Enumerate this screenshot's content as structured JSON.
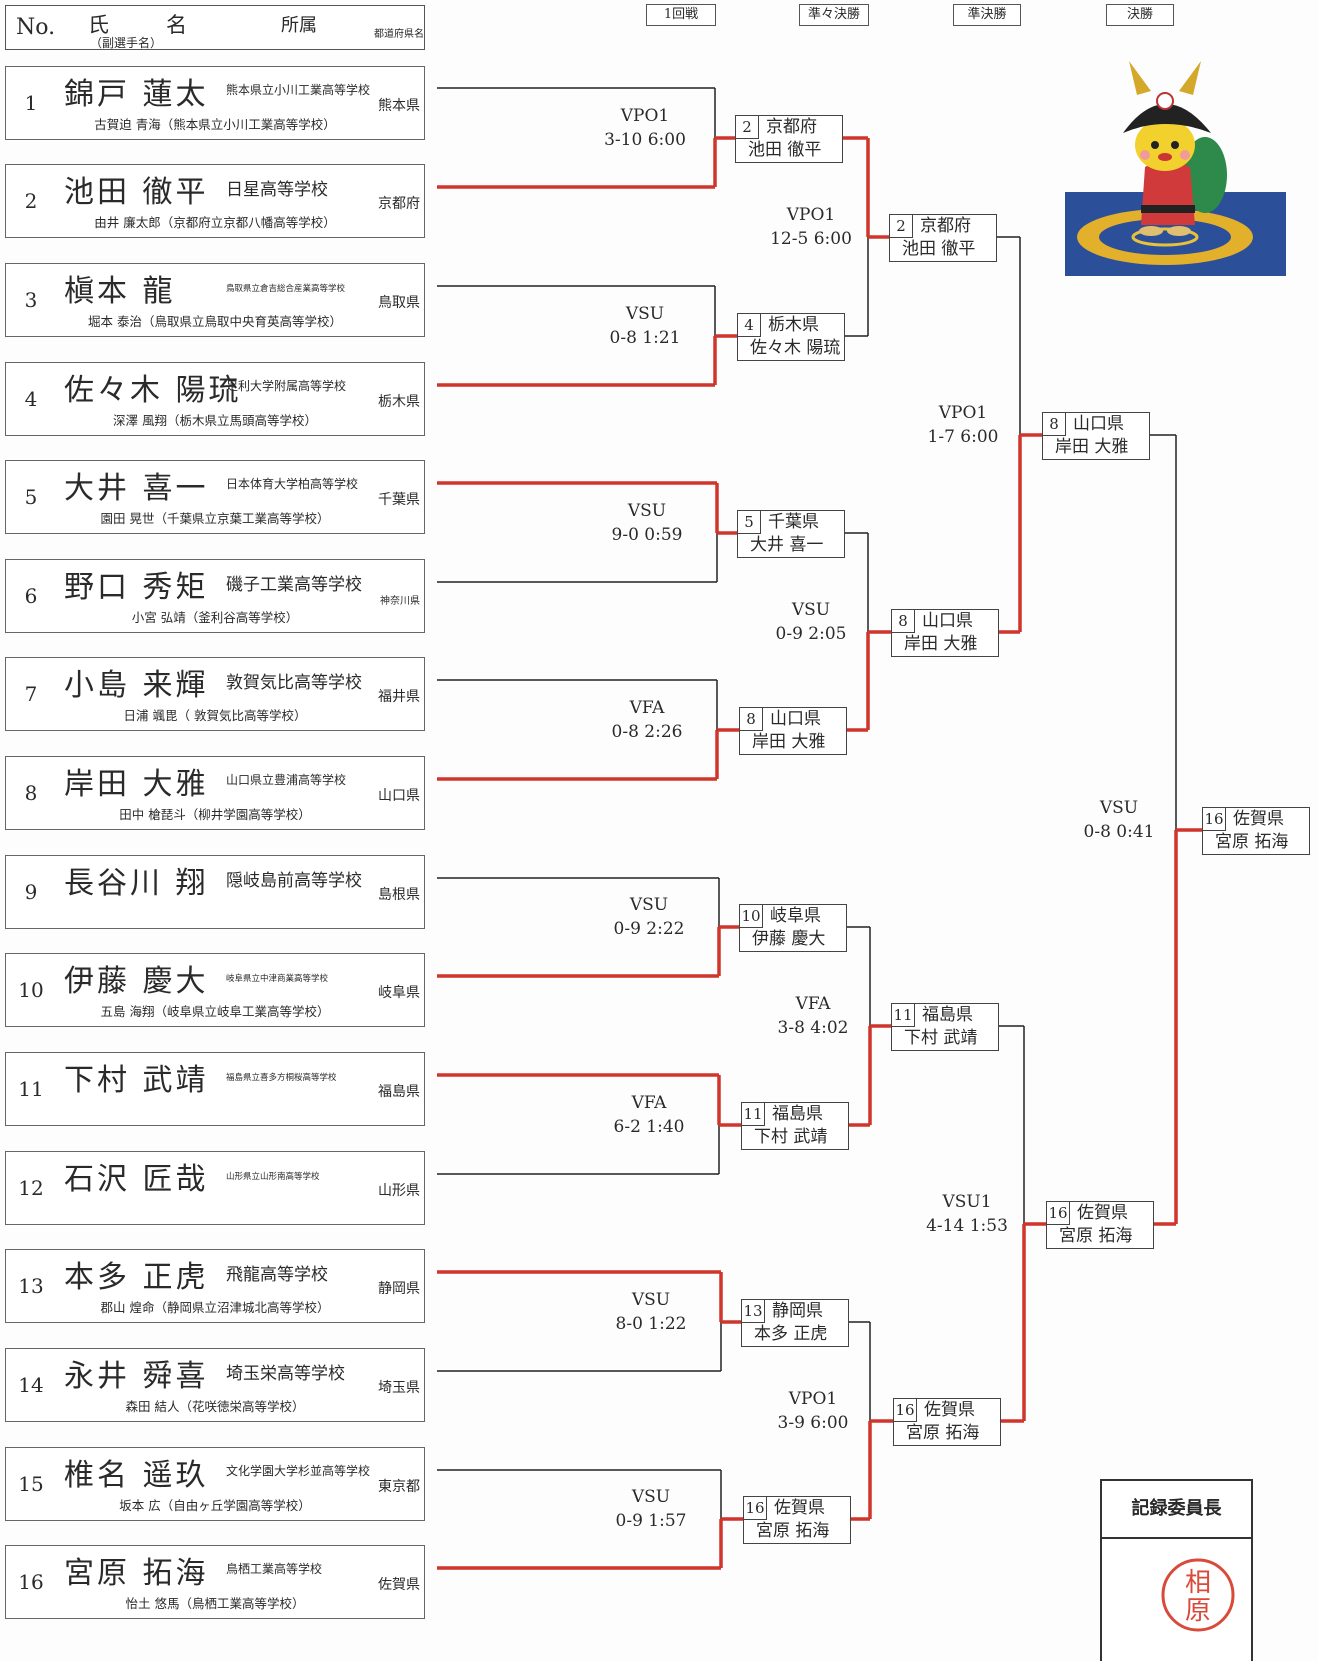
{
  "header": {
    "no_label": "No.",
    "name_label": "氏　名",
    "sub_label": "（副選手名）",
    "affiliation_label": "所属",
    "pref_label": "都道府県名"
  },
  "rounds": [
    "1回戦",
    "準々決勝",
    "準決勝",
    "決勝"
  ],
  "players": [
    {
      "no": "1",
      "name": "錦戸 蓮太",
      "school": "熊本県立小川工業高等学校",
      "pref": "熊本県",
      "second": "古賀迫 青海（熊本県立小川工業高等学校）"
    },
    {
      "no": "2",
      "name": "池田 徹平",
      "school": "日星高等学校",
      "pref": "京都府",
      "second": "由井 廉太郎（京都府立京都八幡高等学校）"
    },
    {
      "no": "3",
      "name": "槇本 龍",
      "school": "鳥取県立倉吉総合産業高等学校",
      "pref": "鳥取県",
      "second": "堀本 泰治（鳥取県立鳥取中央育英高等学校）"
    },
    {
      "no": "4",
      "name": "佐々木 陽琉",
      "school": "足利大学附属高等学校",
      "pref": "栃木県",
      "second": "深澤 風翔（栃木県立馬頭高等学校）"
    },
    {
      "no": "5",
      "name": "大井 喜一",
      "school": "日本体育大学柏高等学校",
      "pref": "千葉県",
      "second": "園田 晃世（千葉県立京葉工業高等学校）"
    },
    {
      "no": "6",
      "name": "野口 秀矩",
      "school": "磯子工業高等学校",
      "pref": "神奈川県",
      "second": "小宮 弘靖（釜利谷高等学校）"
    },
    {
      "no": "7",
      "name": "小島 来輝",
      "school": "敦賀気比高等学校",
      "pref": "福井県",
      "second": "日浦 颯毘（ 敦賀気比高等学校）"
    },
    {
      "no": "8",
      "name": "岸田 大雅",
      "school": "山口県立豊浦高等学校",
      "pref": "山口県",
      "second": "田中 槍琵斗（柳井学園高等学校）"
    },
    {
      "no": "9",
      "name": "長谷川 翔",
      "school": "隠岐島前高等学校",
      "pref": "島根県",
      "second": ""
    },
    {
      "no": "10",
      "name": "伊藤 慶大",
      "school": "岐阜県立中津商業高等学校",
      "pref": "岐阜県",
      "second": "五島 海翔（岐阜県立岐阜工業高等学校）"
    },
    {
      "no": "11",
      "name": "下村 武靖",
      "school": "福島県立喜多方桐桜高等学校",
      "pref": "福島県",
      "second": ""
    },
    {
      "no": "12",
      "name": "石沢 匠哉",
      "school": "山形県立山形南高等学校",
      "pref": "山形県",
      "second": ""
    },
    {
      "no": "13",
      "name": "本多 正虎",
      "school": "飛龍高等学校",
      "pref": "静岡県",
      "second": "郡山 煌命（静岡県立沼津城北高等学校）"
    },
    {
      "no": "14",
      "name": "永井 舜喜",
      "school": "埼玉栄高等学校",
      "pref": "埼玉県",
      "second": "森田 結人（花咲徳栄高等学校）"
    },
    {
      "no": "15",
      "name": "椎名 遥玖",
      "school": "文化学園大学杉並高等学校",
      "pref": "東京都",
      "second": "坂本 広（自由ヶ丘学園高等学校）"
    },
    {
      "no": "16",
      "name": "宮原 拓海",
      "school": "鳥栖工業高等学校",
      "pref": "佐賀県",
      "second": "怡土 悠馬（鳥栖工業高等学校）"
    }
  ],
  "round1": [
    {
      "result": "VPO1",
      "score": "3-10 6:00",
      "winner_no": "2",
      "winner_pref": "京都府",
      "winner_name": "池田 徹平"
    },
    {
      "result": "VSU",
      "score": "0-8 1:21",
      "winner_no": "4",
      "winner_pref": "栃木県",
      "winner_name": "佐々木 陽琉"
    },
    {
      "result": "VSU",
      "score": "9-0 0:59",
      "winner_no": "5",
      "winner_pref": "千葉県",
      "winner_name": "大井 喜一"
    },
    {
      "result": "VFA",
      "score": "0-8 2:26",
      "winner_no": "8",
      "winner_pref": "山口県",
      "winner_name": "岸田 大雅"
    },
    {
      "result": "VSU",
      "score": "0-9 2:22",
      "winner_no": "10",
      "winner_pref": "岐阜県",
      "winner_name": "伊藤 慶大"
    },
    {
      "result": "VFA",
      "score": "6-2 1:40",
      "winner_no": "11",
      "winner_pref": "福島県",
      "winner_name": "下村 武靖"
    },
    {
      "result": "VSU",
      "score": "8-0 1:22",
      "winner_no": "13",
      "winner_pref": "静岡県",
      "winner_name": "本多 正虎"
    },
    {
      "result": "VSU",
      "score": "0-9 1:57",
      "winner_no": "16",
      "winner_pref": "佐賀県",
      "winner_name": "宮原 拓海"
    }
  ],
  "quarterfinals": [
    {
      "result": "VPO1",
      "score": "12-5 6:00",
      "winner_no": "2",
      "winner_pref": "京都府",
      "winner_name": "池田 徹平"
    },
    {
      "result": "VSU",
      "score": "0-9 2:05",
      "winner_no": "8",
      "winner_pref": "山口県",
      "winner_name": "岸田 大雅"
    },
    {
      "result": "VFA",
      "score": "3-8 4:02",
      "winner_no": "11",
      "winner_pref": "福島県",
      "winner_name": "下村 武靖"
    },
    {
      "result": "VPO1",
      "score": "3-9 6:00",
      "winner_no": "16",
      "winner_pref": "佐賀県",
      "winner_name": "宮原 拓海"
    }
  ],
  "semifinals": [
    {
      "result": "VPO1",
      "score": "1-7 6:00",
      "winner_no": "8",
      "winner_pref": "山口県",
      "winner_name": "岸田 大雅"
    },
    {
      "result": "VSU1",
      "score": "4-14 1:53",
      "winner_no": "16",
      "winner_pref": "佐賀県",
      "winner_name": "宮原 拓海"
    }
  ],
  "final": {
    "result": "VSU",
    "score": "0-8 0:41",
    "winner_no": "16",
    "winner_pref": "佐賀県",
    "winner_name": "宮原 拓海"
  },
  "records_chief": {
    "title": "記録委員長",
    "seal": "相原"
  },
  "colors": {
    "winner_line": "#d0352c",
    "loser_line": "#222222",
    "box_border": "#555555"
  },
  "mascot_icon": "samurai-helmet-mascot-on-wrestling-mat"
}
